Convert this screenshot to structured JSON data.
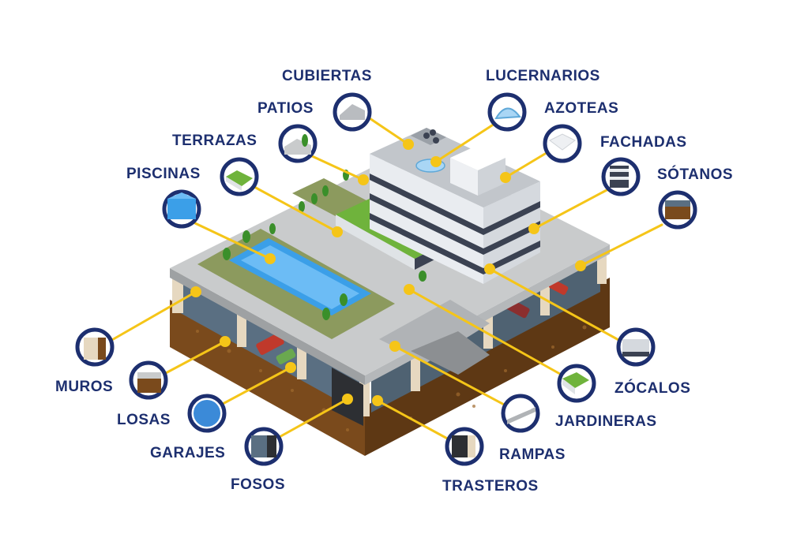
{
  "colors": {
    "label": "#1d2f6f",
    "circle_ring": "#1d2f6f",
    "connector": "#f5c518",
    "slab": "#c9cbcc",
    "slab_side": "#9ea1a3",
    "soil": "#7a4a1c",
    "soil_dark": "#5a3412",
    "grass": "#6fb33c",
    "garden": "#8c9a5e",
    "water": "#3b9fe8",
    "building": "#e9ecf0",
    "window_band": "#3b4252",
    "parking": "#5a6f82"
  },
  "labels": [
    {
      "id": "cubiertas",
      "text": "CUBIERTAS",
      "icon": "roof-icon"
    },
    {
      "id": "lucernarios",
      "text": "LUCERNARIOS",
      "icon": "skylight-icon"
    },
    {
      "id": "patios",
      "text": "PATIOS",
      "icon": "patio-icon"
    },
    {
      "id": "azoteas",
      "text": "AZOTEAS",
      "icon": "rooftop-icon"
    },
    {
      "id": "terrazas",
      "text": "TERRAZAS",
      "icon": "terrace-icon"
    },
    {
      "id": "fachadas",
      "text": "FACHADAS",
      "icon": "facade-icon"
    },
    {
      "id": "piscinas",
      "text": "PISCINAS",
      "icon": "pool-icon"
    },
    {
      "id": "sotanos",
      "text": "SÓTANOS",
      "icon": "basement-icon"
    },
    {
      "id": "muros",
      "text": "MUROS",
      "icon": "wall-icon"
    },
    {
      "id": "zocalos",
      "text": "ZÓCALOS",
      "icon": "plinth-icon"
    },
    {
      "id": "losas",
      "text": "LOSAS",
      "icon": "slab-icon"
    },
    {
      "id": "jardineras",
      "text": "JARDINERAS",
      "icon": "planter-icon"
    },
    {
      "id": "garajes",
      "text": "GARAJES",
      "icon": "garage-icon"
    },
    {
      "id": "rampas",
      "text": "RAMPAS",
      "icon": "ramp-icon"
    },
    {
      "id": "fosos",
      "text": "FOSOS",
      "icon": "pit-icon"
    },
    {
      "id": "trasteros",
      "text": "TRASTEROS",
      "icon": "storage-room-icon"
    }
  ]
}
